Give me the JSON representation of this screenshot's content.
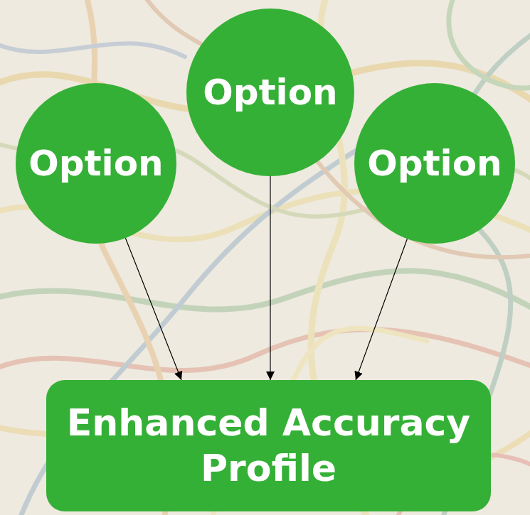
{
  "diagram": {
    "nodes": [
      {
        "text": [
          "Option"
        ]
      },
      {
        "text": [
          "Option"
        ]
      },
      {
        "text": [
          "Option"
        ]
      },
      {
        "text": [
          "Enhanced Accuracy Profile"
        ]
      }
    ],
    "edges": [
      {
        "from": 0,
        "to": 3,
        "arrow": "to"
      },
      {
        "from": 1,
        "to": 3,
        "arrow": "to"
      },
      {
        "from": 2,
        "to": 3,
        "arrow": "to"
      }
    ]
  }
}
